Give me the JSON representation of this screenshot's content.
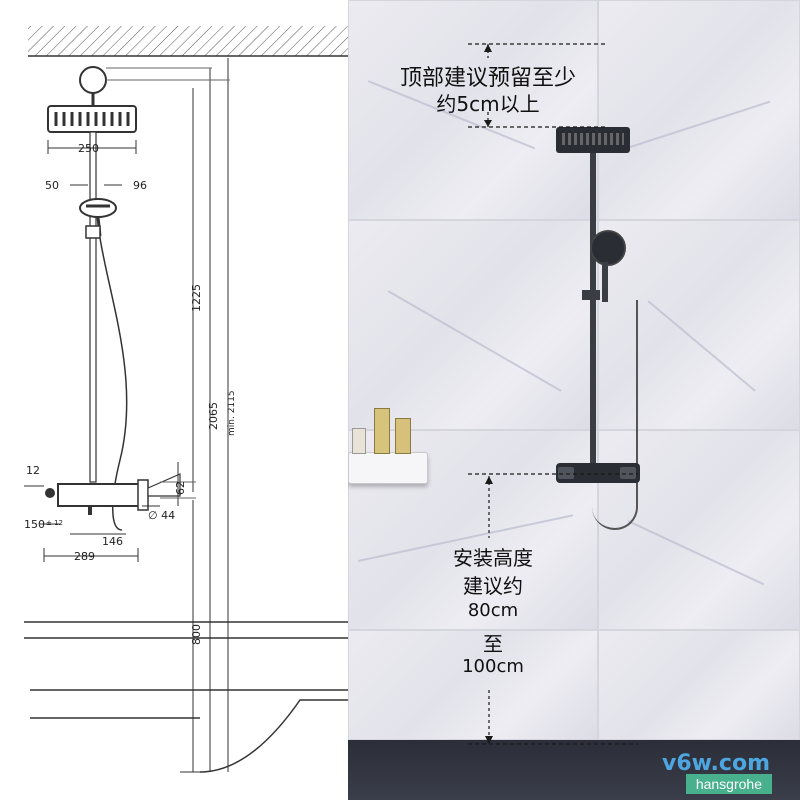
{
  "drawing": {
    "dims": {
      "head_width": "250",
      "hand_left": "50",
      "hand_right": "96",
      "height_1225": "1225",
      "height_2065": "2065",
      "height_min": "min. 2115",
      "mixer_height": "62",
      "pipe_dia": "∅ 44",
      "mixer_depth": "146",
      "mixer_width": "289",
      "outlet": "150",
      "outlet_tol": "± 12",
      "offset_12": "12",
      "floor_height": "800"
    }
  },
  "photo": {
    "top_note_line1": "顶部建议预留至少",
    "top_note_line2": "约5cm以上",
    "install_line1": "安装高度",
    "install_line2": "建议约",
    "install_line3": "80cm",
    "install_line4": "至",
    "install_line5": "100cm",
    "watermark": "v6w.com",
    "brand": "hansgrohe"
  },
  "colors": {
    "line": "#333333",
    "chrome": "#2a2d33",
    "marble": "#e9e9ef",
    "floor": "#2b2e38"
  }
}
